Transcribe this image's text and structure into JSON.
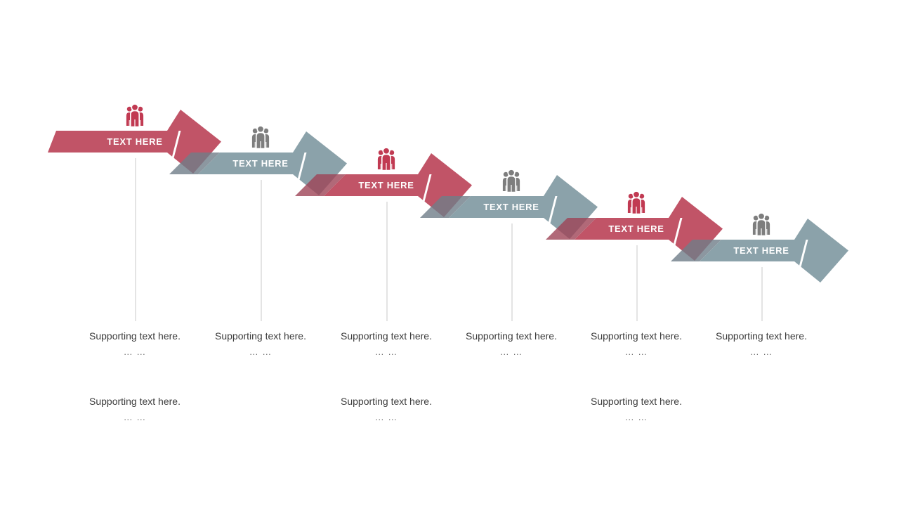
{
  "slide": {
    "background": "#ffffff"
  },
  "palette": {
    "red_arrow": "#C15467",
    "red_tail": "#9E4456",
    "red_icon": "#C13A52",
    "gray_arrow": "#8BA2AA",
    "gray_tail": "#6F7D88",
    "gray_icon": "#7E7E7E",
    "connector_line": "#C9C9C9",
    "support_text_color": "#3C3C3C"
  },
  "stages": [
    {
      "label": "TEXT HERE",
      "scheme": "red",
      "arrow_color": "#C15467",
      "tail_color": "#9E4456",
      "icon_color": "#C13A52",
      "icon": "people-group-icon",
      "supporting_row1": {
        "text": "Supporting text here.",
        "dots": "… …"
      },
      "supporting_row2": {
        "text": "Supporting text here.",
        "dots": "… …"
      }
    },
    {
      "label": "TEXT HERE",
      "scheme": "gray",
      "arrow_color": "#8BA2AA",
      "tail_color": "#6F7D88",
      "icon_color": "#7E7E7E",
      "icon": "people-group-icon",
      "supporting_row1": {
        "text": "Supporting text here.",
        "dots": "… …"
      }
    },
    {
      "label": "TEXT HERE",
      "scheme": "red",
      "arrow_color": "#C15467",
      "tail_color": "#9E4456",
      "icon_color": "#C13A52",
      "icon": "people-group-icon",
      "supporting_row1": {
        "text": "Supporting text here.",
        "dots": "… …"
      },
      "supporting_row2": {
        "text": "Supporting text here.",
        "dots": "… …"
      }
    },
    {
      "label": "TEXT HERE",
      "scheme": "gray",
      "arrow_color": "#8BA2AA",
      "tail_color": "#6F7D88",
      "icon_color": "#7E7E7E",
      "icon": "people-group-icon",
      "supporting_row1": {
        "text": "Supporting text here.",
        "dots": "… …"
      }
    },
    {
      "label": "TEXT HERE",
      "scheme": "red",
      "arrow_color": "#C15467",
      "tail_color": "#9E4456",
      "icon_color": "#C13A52",
      "icon": "people-group-icon",
      "supporting_row1": {
        "text": "Supporting text here.",
        "dots": "… …"
      },
      "supporting_row2": {
        "text": "Supporting text here.",
        "dots": "… …"
      }
    },
    {
      "label": "TEXT HERE",
      "scheme": "gray",
      "arrow_color": "#8BA2AA",
      "tail_color": "#6F7D88",
      "icon_color": "#7E7E7E",
      "icon": "people-group-icon",
      "supporting_row1": {
        "text": "Supporting text here.",
        "dots": "… …"
      }
    }
  ]
}
